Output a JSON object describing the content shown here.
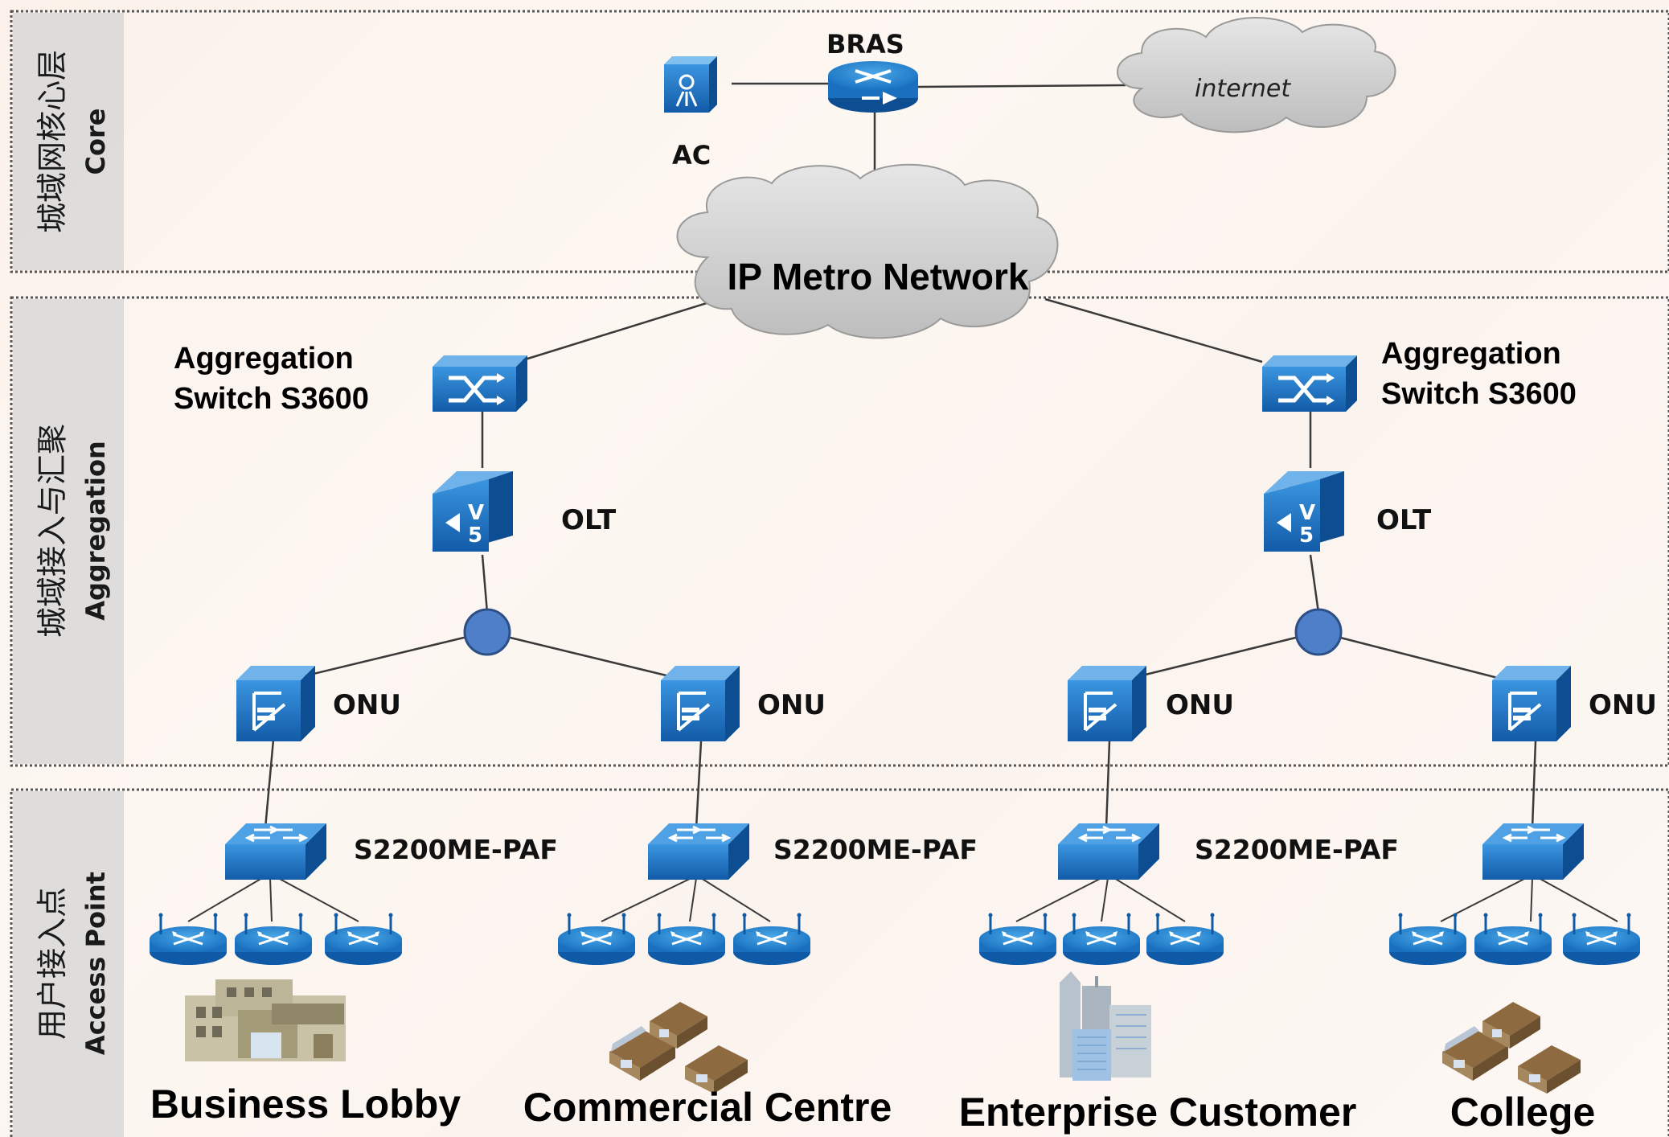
{
  "layers": {
    "core": {
      "zh": "城域网核心层",
      "en": "Core"
    },
    "aggregation": {
      "zh": "城域接入与汇聚",
      "en": "Aggregation"
    },
    "access": {
      "zh": "用户接入点",
      "en": "Access Point"
    }
  },
  "core": {
    "ac_label": "AC",
    "bras_label": "BRAS",
    "internet_label": "internet",
    "metro_label": "IP Metro Network"
  },
  "aggregation": {
    "left_switch": {
      "line1": "Aggregation",
      "line2": "Switch S3600"
    },
    "right_switch": {
      "line1": "Aggregation",
      "line2": "Switch S3600"
    },
    "olt_label": "OLT",
    "onu_label": "ONU"
  },
  "access": {
    "switch_label": "S2200ME-PAF",
    "sites": [
      "Business Lobby",
      "Commercial Centre",
      "Enterprise Customer",
      "College"
    ]
  },
  "colors": {
    "device_blue": "#1e74c4",
    "device_dark": "#0c4f94",
    "cloud": "#d6d6d6",
    "layer_label_bg": "#d8d8d8"
  }
}
